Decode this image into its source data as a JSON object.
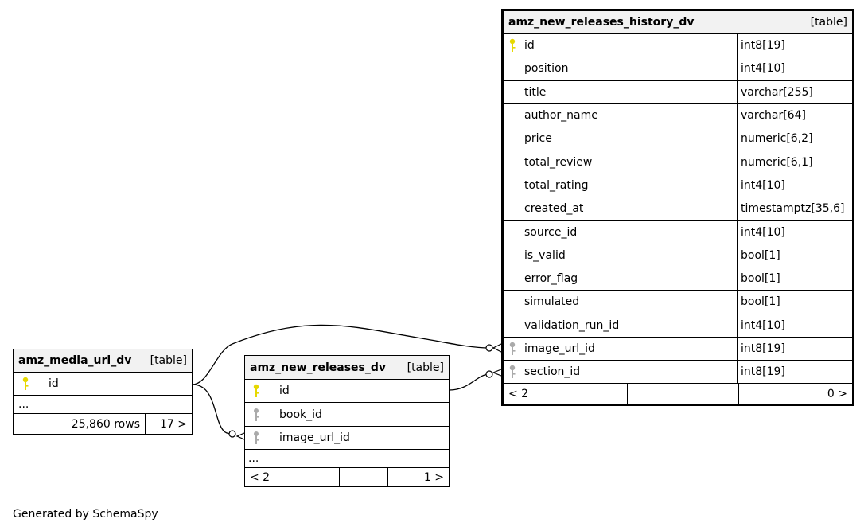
{
  "history_table": {
    "name": "amz_new_releases_history_dv",
    "kind": "[table]",
    "columns": [
      {
        "name": "id",
        "type": "int8[19]",
        "key": "primary"
      },
      {
        "name": "position",
        "type": "int4[10]",
        "key": ""
      },
      {
        "name": "title",
        "type": "varchar[255]",
        "key": ""
      },
      {
        "name": "author_name",
        "type": "varchar[64]",
        "key": ""
      },
      {
        "name": "price",
        "type": "numeric[6,2]",
        "key": ""
      },
      {
        "name": "total_review",
        "type": "numeric[6,1]",
        "key": ""
      },
      {
        "name": "total_rating",
        "type": "int4[10]",
        "key": ""
      },
      {
        "name": "created_at",
        "type": "timestamptz[35,6]",
        "key": ""
      },
      {
        "name": "source_id",
        "type": "int4[10]",
        "key": ""
      },
      {
        "name": "is_valid",
        "type": "bool[1]",
        "key": ""
      },
      {
        "name": "error_flag",
        "type": "bool[1]",
        "key": ""
      },
      {
        "name": "simulated",
        "type": "bool[1]",
        "key": ""
      },
      {
        "name": "validation_run_id",
        "type": "int4[10]",
        "key": ""
      },
      {
        "name": "image_url_id",
        "type": "int8[19]",
        "key": "foreign"
      },
      {
        "name": "section_id",
        "type": "int8[19]",
        "key": "foreign"
      }
    ],
    "footer": {
      "parents": "< 2",
      "rows": "",
      "children": "0 >"
    }
  },
  "media_table": {
    "name": "amz_media_url_dv",
    "kind": "[table]",
    "columns": [
      {
        "name": "id",
        "key": "primary"
      }
    ],
    "ellipsis": "...",
    "footer": {
      "parents": "",
      "rows": "25,860 rows",
      "children": "17 >"
    }
  },
  "releases_table": {
    "name": "amz_new_releases_dv",
    "kind": "[table]",
    "columns": [
      {
        "name": "id",
        "key": "primary"
      },
      {
        "name": "book_id",
        "key": "foreign"
      },
      {
        "name": "image_url_id",
        "key": "foreign"
      }
    ],
    "ellipsis": "...",
    "footer": {
      "parents": "< 2",
      "rows": "",
      "children": "1 >"
    }
  },
  "generated_by": "Generated by SchemaSpy",
  "colors": {
    "primary_key": "#e6d800",
    "foreign_key": "#aaaaaa",
    "header_bg": "#f2f2f2"
  }
}
